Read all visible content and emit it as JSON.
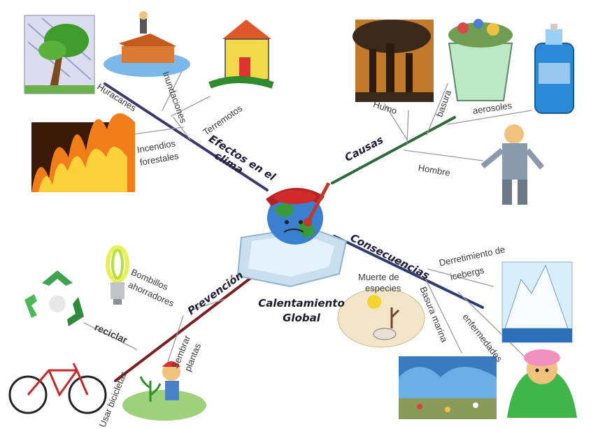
{
  "center": {
    "title_line1": "Calentamiento",
    "title_line2": "Global"
  },
  "branches": {
    "efectos": {
      "title_line1": "Efectos en el",
      "title_line2": "clima",
      "color": "#3c3a6b",
      "items": {
        "huracanes": "Huracanes",
        "inundaciones": "Inundaciones",
        "terremotos": "Terremotos",
        "incendios_1": "Incendios",
        "incendios_2": "forestales"
      }
    },
    "causas": {
      "title": "Causas",
      "color": "#2e6b3a",
      "items": {
        "humo": "Humo",
        "basura": "basura",
        "aerosoles": "aerosoles",
        "hombre": "Hombre"
      }
    },
    "consecuencias": {
      "title": "Consecuencias",
      "color": "#2f3b6e",
      "items": {
        "derretimiento_1": "Derretimiento de",
        "derretimiento_2": "icebergs",
        "muerte_1": "Muerte de",
        "muerte_2": "especies",
        "basura_marina": "Basura marina",
        "enfermedades": "enfermedades"
      }
    },
    "prevencion": {
      "title": "Prevención",
      "color": "#7a2020",
      "items": {
        "bombillos_1": "Bombillos",
        "bombillos_2": "ahorradores",
        "reciclar": "reciclar",
        "sembrar_1": "Sembrar",
        "sembrar_2": "plantas",
        "bicicletas": "Usar bicicletas"
      }
    }
  }
}
